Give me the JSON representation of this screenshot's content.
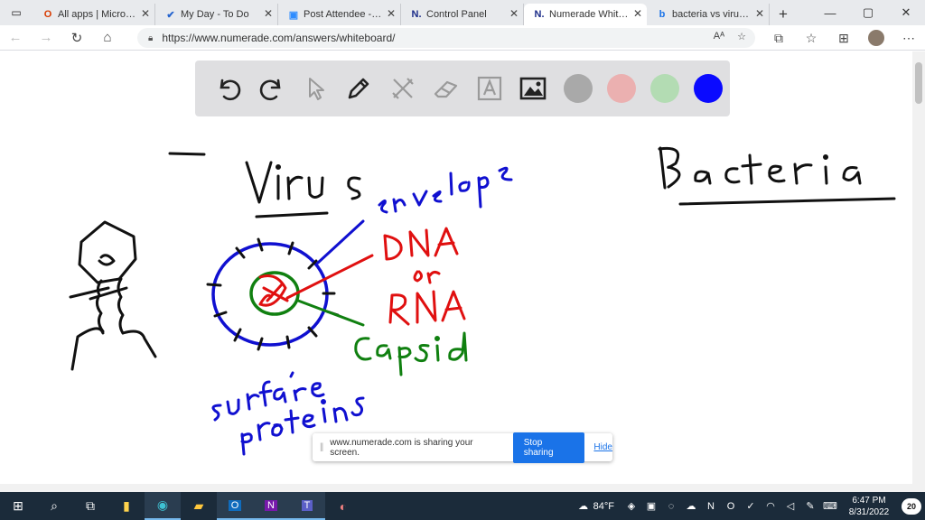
{
  "browser": {
    "tabs": [
      {
        "label": "All apps | Microsoft",
        "icon": "office-icon",
        "color": "#d83b01",
        "glyph": "O",
        "active": false
      },
      {
        "label": "My Day - To Do",
        "icon": "todo-icon",
        "color": "#2564cf",
        "glyph": "✔",
        "active": false
      },
      {
        "label": "Post Attendee - Zoom",
        "icon": "zoom-icon",
        "color": "#2d8cff",
        "glyph": "▣",
        "active": false
      },
      {
        "label": "Control Panel",
        "icon": "numerade-icon",
        "color": "#1a2b88",
        "glyph": "N.",
        "active": false
      },
      {
        "label": "Numerade Whiteboard",
        "icon": "numerade-icon",
        "color": "#1a2b88",
        "glyph": "N.",
        "active": true
      },
      {
        "label": "bacteria vs virus stru",
        "icon": "bing-icon",
        "color": "#1a73e8",
        "glyph": "b",
        "active": false
      }
    ],
    "address": {
      "url": "https://www.numerade.com/answers/whiteboard/"
    }
  },
  "whiteboard": {
    "swatches": [
      {
        "name": "gray",
        "color": "#a9a9a9"
      },
      {
        "name": "pink",
        "color": "#ebb0b0"
      },
      {
        "name": "green",
        "color": "#b3dcb3"
      },
      {
        "name": "blue",
        "color": "#0a0aff"
      }
    ],
    "ink": {
      "black": "#111111",
      "blue": "#1010d0",
      "red": "#e01010",
      "green": "#108010"
    }
  },
  "share_banner": {
    "message": "www.numerade.com is sharing your screen.",
    "stop_label": "Stop sharing",
    "hide_label": "Hide"
  },
  "taskbar": {
    "weather": "84°F",
    "time": "6:47 PM",
    "date": "8/31/2022",
    "notifications": "20"
  }
}
